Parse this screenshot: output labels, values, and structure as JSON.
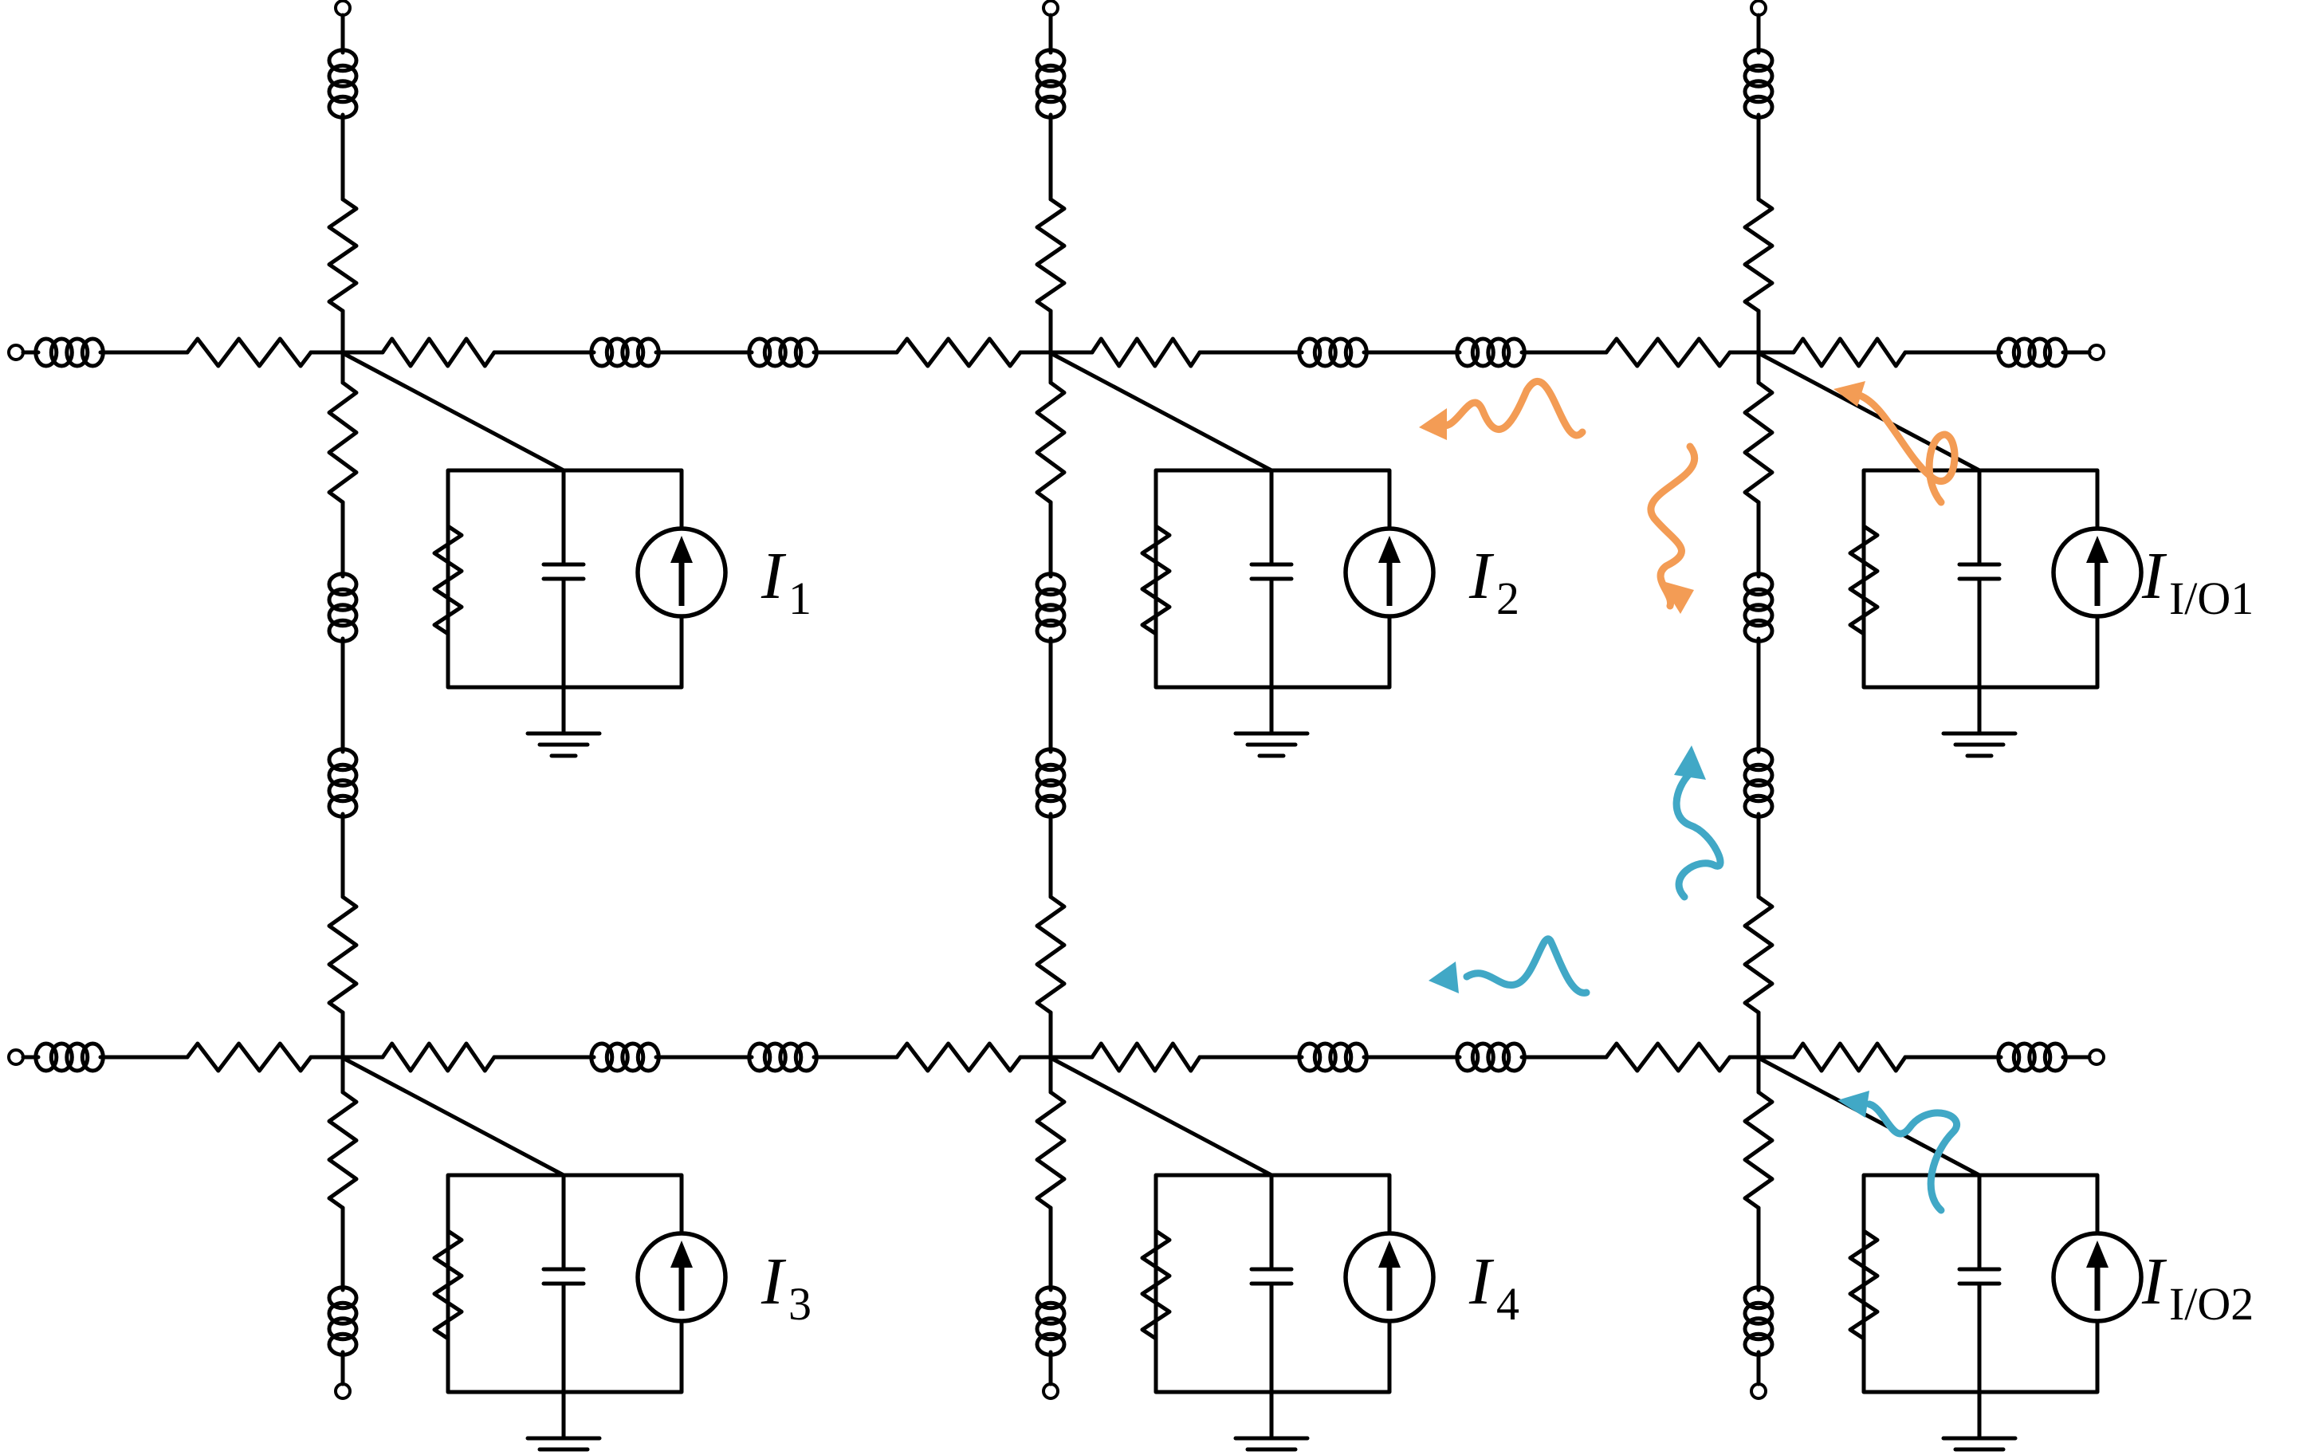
{
  "sources": [
    {
      "id": "cell-1",
      "main": "I",
      "sub": "1"
    },
    {
      "id": "cell-2",
      "main": "I",
      "sub": "2"
    },
    {
      "id": "cell-io1",
      "main": "I",
      "sub": "I/O1"
    },
    {
      "id": "cell-3",
      "main": "I",
      "sub": "3"
    },
    {
      "id": "cell-4",
      "main": "I",
      "sub": "4"
    },
    {
      "id": "cell-io2",
      "main": "I",
      "sub": "I/O2"
    }
  ],
  "colors": {
    "wire": "#000000",
    "wave_upper": "#f39c55",
    "wave_lower": "#41a8c6"
  }
}
